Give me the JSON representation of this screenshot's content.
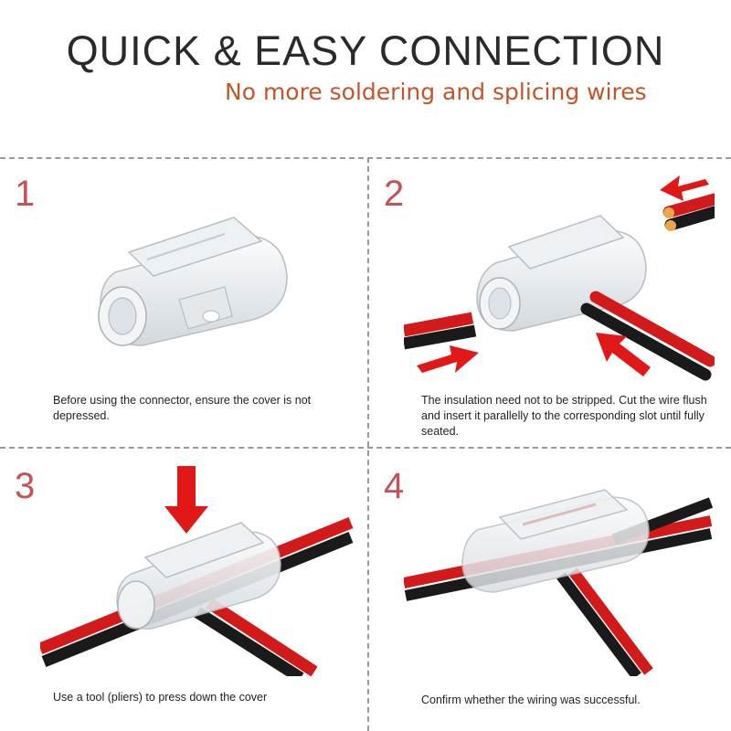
{
  "header": {
    "title": "QUICK & EASY CONNECTION",
    "subtitle": "No more soldering and splicing wires"
  },
  "colors": {
    "accent": "#c4552a",
    "step_number": "#c95155",
    "arrow": "#e01818",
    "wire_red": "#d21a1a",
    "wire_black": "#1a1a1a",
    "divider": "#9a9a9a"
  },
  "steps": [
    {
      "number": "1",
      "caption": "Before using the connector, ensure the cover is not depressed."
    },
    {
      "number": "2",
      "caption": "The insulation need not to be stripped. Cut the wire flush and insert it parallelly to the corresponding slot until fully seated."
    },
    {
      "number": "3",
      "caption": "Use a tool (pliers) to press down the cover"
    },
    {
      "number": "4",
      "caption": "Confirm whether the wiring was successful."
    }
  ]
}
